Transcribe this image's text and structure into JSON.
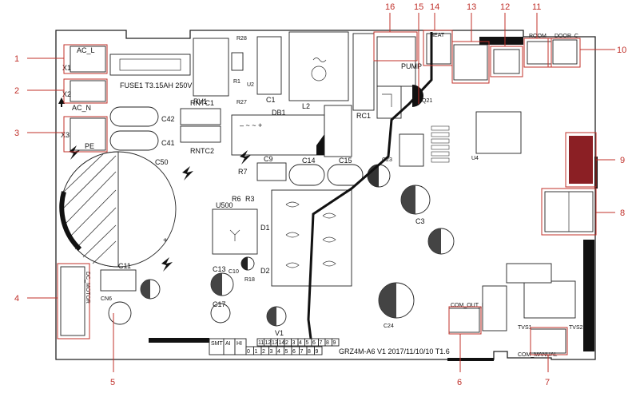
{
  "diagram": {
    "board_labels": {
      "ac_l": "AC_L",
      "ac_n": "AC_N",
      "pe": "PE",
      "x1": "X1",
      "x2": "X2",
      "x3": "X3",
      "fuse": "FUSE1 T3.15AH 250V",
      "rv1": "RV1",
      "r28": "R28",
      "r1": "R1",
      "u2": "U2",
      "r27": "R27",
      "c1": "C1",
      "l2": "L2",
      "rc1": "RC1",
      "rntc1": "RNTC1",
      "rntc2": "RNTC2",
      "db1": "DB1",
      "c42": "C42",
      "c41": "C41",
      "c50": "C50",
      "c9": "C9",
      "c14": "C14",
      "c15": "C15",
      "r7": "R7",
      "r6": "R6",
      "r3": "R3",
      "u500": "U500",
      "d1": "D1",
      "d2": "D2",
      "c11": "C11",
      "cn6": "CN6",
      "dc_motor": "DC_MOTOR",
      "c13": "C13",
      "c10": "C10",
      "c17": "C17",
      "r18": "R18",
      "v1": "V1",
      "c24": "C24",
      "c23": "C23",
      "c3": "C3",
      "pump": "PUMP",
      "heat": "HEAT",
      "q21": "Q21",
      "u4": "U4",
      "tvs1": "TVS1",
      "tvs2": "TVS2",
      "com_manual": "COM_MANUAL",
      "com_out_det": "COM_OUT_DET",
      "room": "ROOM",
      "door_c": "DOOR_C",
      "board_id": "GRZ4M-A6 V1 2017/11/10/10 T1.6",
      "smt_box": [
        "SMT",
        "AI",
        "HI"
      ],
      "digits": [
        "0",
        "1",
        "2",
        "3",
        "4",
        "5",
        "6",
        "7",
        "8",
        "9"
      ],
      "top_digits": [
        "11",
        "12",
        "13",
        "14",
        "2",
        "3",
        "4",
        "5",
        "6",
        "7",
        "8",
        "9"
      ]
    },
    "callouts": [
      "1",
      "2",
      "3",
      "4",
      "5",
      "6",
      "7",
      "8",
      "9",
      "10",
      "11",
      "12",
      "13",
      "14",
      "15",
      "16"
    ]
  }
}
